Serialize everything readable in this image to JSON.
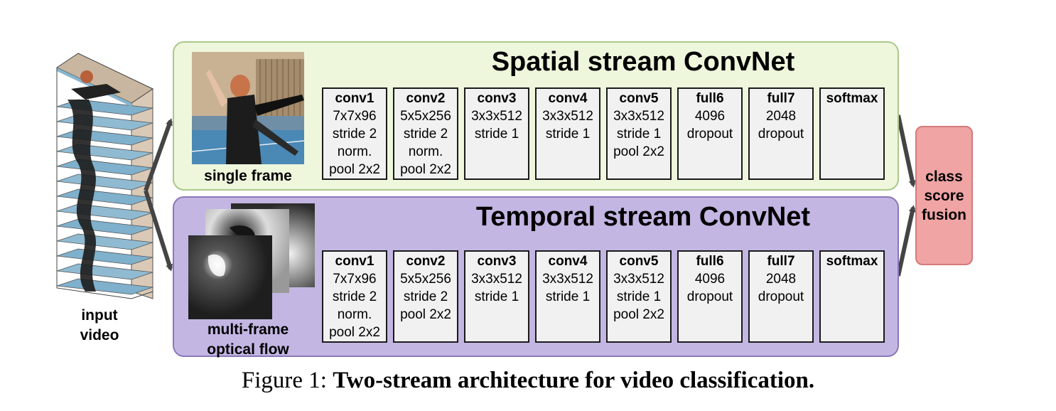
{
  "input": {
    "caption_line1": "input",
    "caption_line2": "video"
  },
  "spatial": {
    "title": "Spatial stream ConvNet",
    "thumb_caption": "single frame",
    "layers": [
      {
        "name": "conv1",
        "lines": [
          "7x7x96",
          "stride 2",
          "norm.",
          "pool 2x2"
        ]
      },
      {
        "name": "conv2",
        "lines": [
          "5x5x256",
          "stride 2",
          "norm.",
          "pool 2x2"
        ]
      },
      {
        "name": "conv3",
        "lines": [
          "3x3x512",
          "stride 1"
        ]
      },
      {
        "name": "conv4",
        "lines": [
          "3x3x512",
          "stride 1"
        ]
      },
      {
        "name": "conv5",
        "lines": [
          "3x3x512",
          "stride 1",
          "pool 2x2"
        ]
      },
      {
        "name": "full6",
        "lines": [
          "4096",
          "dropout"
        ]
      },
      {
        "name": "full7",
        "lines": [
          "2048",
          "dropout"
        ]
      },
      {
        "name": "softmax",
        "lines": []
      }
    ]
  },
  "temporal": {
    "title": "Temporal stream ConvNet",
    "thumb_caption_line1": "multi-frame",
    "thumb_caption_line2": "optical flow",
    "layers": [
      {
        "name": "conv1",
        "lines": [
          "7x7x96",
          "stride 2",
          "norm.",
          "pool 2x2"
        ]
      },
      {
        "name": "conv2",
        "lines": [
          "5x5x256",
          "stride 2",
          "pool 2x2"
        ]
      },
      {
        "name": "conv3",
        "lines": [
          "3x3x512",
          "stride 1"
        ]
      },
      {
        "name": "conv4",
        "lines": [
          "3x3x512",
          "stride 1"
        ]
      },
      {
        "name": "conv5",
        "lines": [
          "3x3x512",
          "stride 1",
          "pool 2x2"
        ]
      },
      {
        "name": "full6",
        "lines": [
          "4096",
          "dropout"
        ]
      },
      {
        "name": "full7",
        "lines": [
          "2048",
          "dropout"
        ]
      },
      {
        "name": "softmax",
        "lines": []
      }
    ]
  },
  "fusion": {
    "line1": "class",
    "line2": "score",
    "line3": "fusion"
  },
  "figure": {
    "prefix": "Figure 1: ",
    "title": "Two-stream architecture for video classification."
  },
  "colors": {
    "spatial_fill": "#eef6dc",
    "temporal_fill": "#c3b6e3",
    "fusion_fill": "#f0a4a4",
    "arrow": "#444444"
  }
}
